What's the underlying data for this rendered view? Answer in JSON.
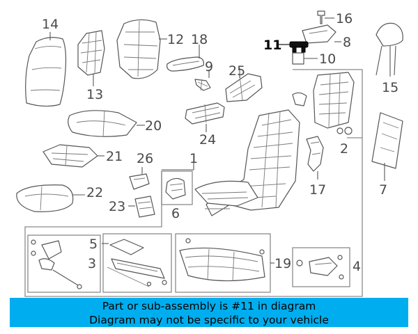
{
  "callouts": {
    "c1": "1",
    "c2": "2",
    "c3": "3",
    "c4": "4",
    "c5": "5",
    "c6": "6",
    "c7": "7",
    "c8": "8",
    "c9": "9",
    "c10": "10",
    "c11": "11",
    "c12": "12",
    "c13": "13",
    "c14": "14",
    "c15": "15",
    "c16": "16",
    "c17": "17",
    "c18": "18",
    "c19": "19",
    "c20": "20",
    "c21": "21",
    "c22": "22",
    "c23": "23",
    "c24": "24",
    "c25": "25",
    "c26": "26"
  },
  "highlighted_part": "11",
  "banner": {
    "line1": "Part or sub-assembly is #11 in diagram",
    "line2": "Diagram may not be specific to your vehicle"
  },
  "colors": {
    "banner_bg": "#00aeef",
    "line_art": "#555555",
    "highlight": "#000000"
  }
}
